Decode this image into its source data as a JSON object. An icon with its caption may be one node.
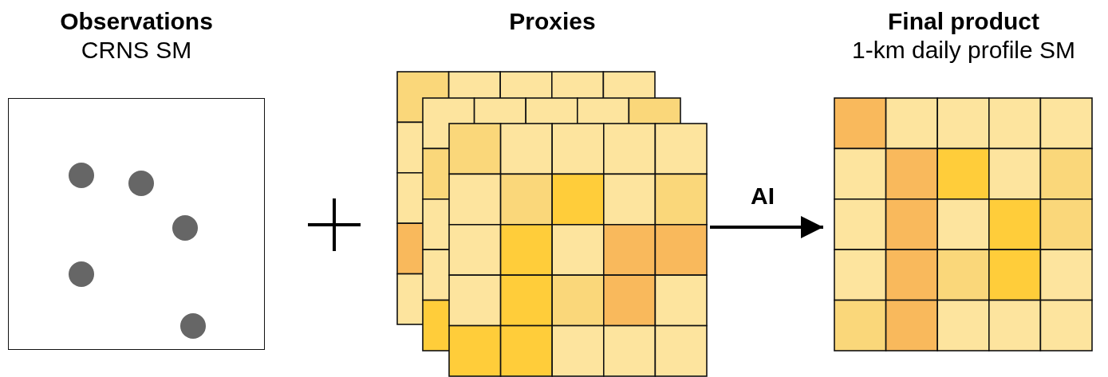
{
  "diagram": {
    "nodes": [
      {
        "text": [
          "Observations",
          "CRNS SM"
        ]
      },
      {
        "text": [
          "Proxies"
        ]
      },
      {
        "text": [
          "Final product",
          "1-km daily profile SM"
        ]
      }
    ],
    "edges": [
      {
        "from": 1,
        "to": 2,
        "arrow": "to",
        "label": "AI"
      }
    ]
  }
}
